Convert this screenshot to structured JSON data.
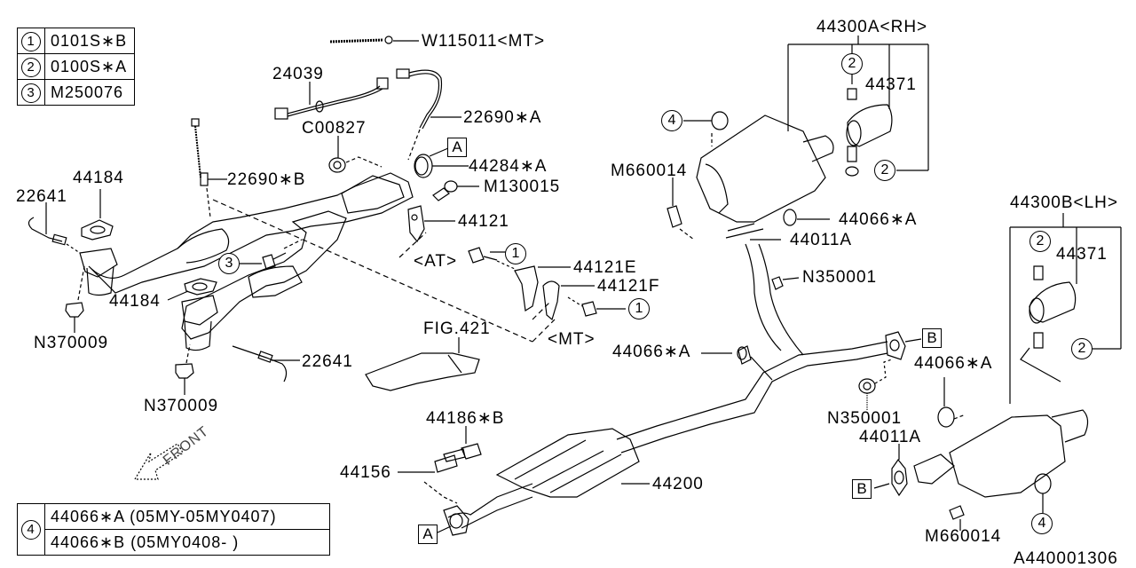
{
  "diagram": {
    "figure_id": "A440001306",
    "legend_top": [
      {
        "num": "1",
        "part": "0101S∗B"
      },
      {
        "num": "2",
        "part": "0100S∗A"
      },
      {
        "num": "3",
        "part": "M250076"
      }
    ],
    "legend_bottom": {
      "num": "4",
      "rows": [
        "44066∗A (05MY-05MY0407)",
        "44066∗B (05MY0408-      )"
      ]
    },
    "labels": {
      "w115011": "W115011<MT>",
      "p24039": "24039",
      "p22690a": "22690∗A",
      "c00827": "C00827",
      "p44284a": "44284∗A",
      "p22690b": "22690∗B",
      "m130015": "M130015",
      "p44184_top": "44184",
      "p22641_top": "22641",
      "p44121_at": "44121",
      "at_note": "<AT>",
      "p44121e": "44121E",
      "p44121f": "44121F",
      "p44184_mid": "44184",
      "n370009_top": "N370009",
      "n370009_bottom": "N370009",
      "p22641_bottom": "22641",
      "mt_note": "<MT>",
      "fig421": "FIG.421",
      "front": "FRONT",
      "p44186b": "44186∗B",
      "p44156": "44156",
      "p44200": "44200",
      "p44300a": "44300A<RH>",
      "p44371_rh": "44371",
      "m660014_rh": "M660014",
      "p44066a_rh": "44066∗A",
      "p44011a_rh": "44011A",
      "n350001_top": "N350001",
      "p44066a_mid": "44066∗A",
      "p44300b": "44300B<LH>",
      "p44371_lh": "44371",
      "p44066a_lh": "44066∗A",
      "n350001_bottom": "N350001",
      "p44011a_lh": "44011A",
      "m660014_lh": "M660014"
    },
    "refs": {
      "ref_a": "A",
      "ref_b": "B",
      "circle_1": "1",
      "circle_2": "2",
      "circle_3": "3",
      "circle_4": "4"
    }
  }
}
